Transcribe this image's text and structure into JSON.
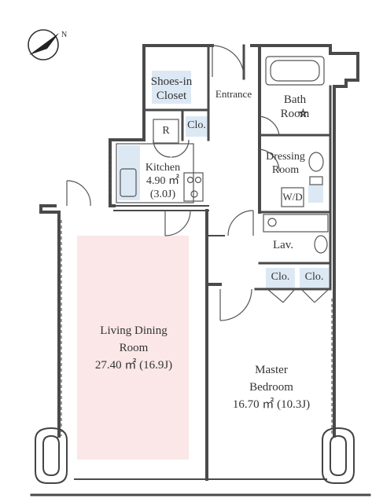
{
  "compass": {
    "north_label": "N"
  },
  "rooms": {
    "shoes_closet": {
      "line1": "Shoes-in",
      "line2": "Closet"
    },
    "entrance": {
      "label": "Entrance"
    },
    "bath": {
      "line1": "Bath",
      "line2": "Room"
    },
    "closet_entry": {
      "label": "Clo."
    },
    "fridge": {
      "label": "R"
    },
    "kitchen": {
      "name": "Kitchen",
      "area": "4.90 ㎡",
      "tatami": "(3.0J)"
    },
    "dressing": {
      "line1": "Dressing",
      "line2": "Room"
    },
    "washer": {
      "label": "W/D"
    },
    "lavatory": {
      "label": "Lav."
    },
    "closet_a": {
      "label": "Clo."
    },
    "closet_b": {
      "label": "Clo."
    },
    "living": {
      "line1": "Living Dining",
      "line2": "Room",
      "area": "27.40 ㎡ (16.9J)"
    },
    "master": {
      "line1": "Master",
      "line2": "Bedroom",
      "area": "16.70 ㎡ (10.3J)"
    }
  },
  "colors": {
    "wall": "#4a4a4a",
    "closet_fill": "#dce9f4",
    "living_highlight": "#fbe7e7",
    "text": "#333333"
  }
}
